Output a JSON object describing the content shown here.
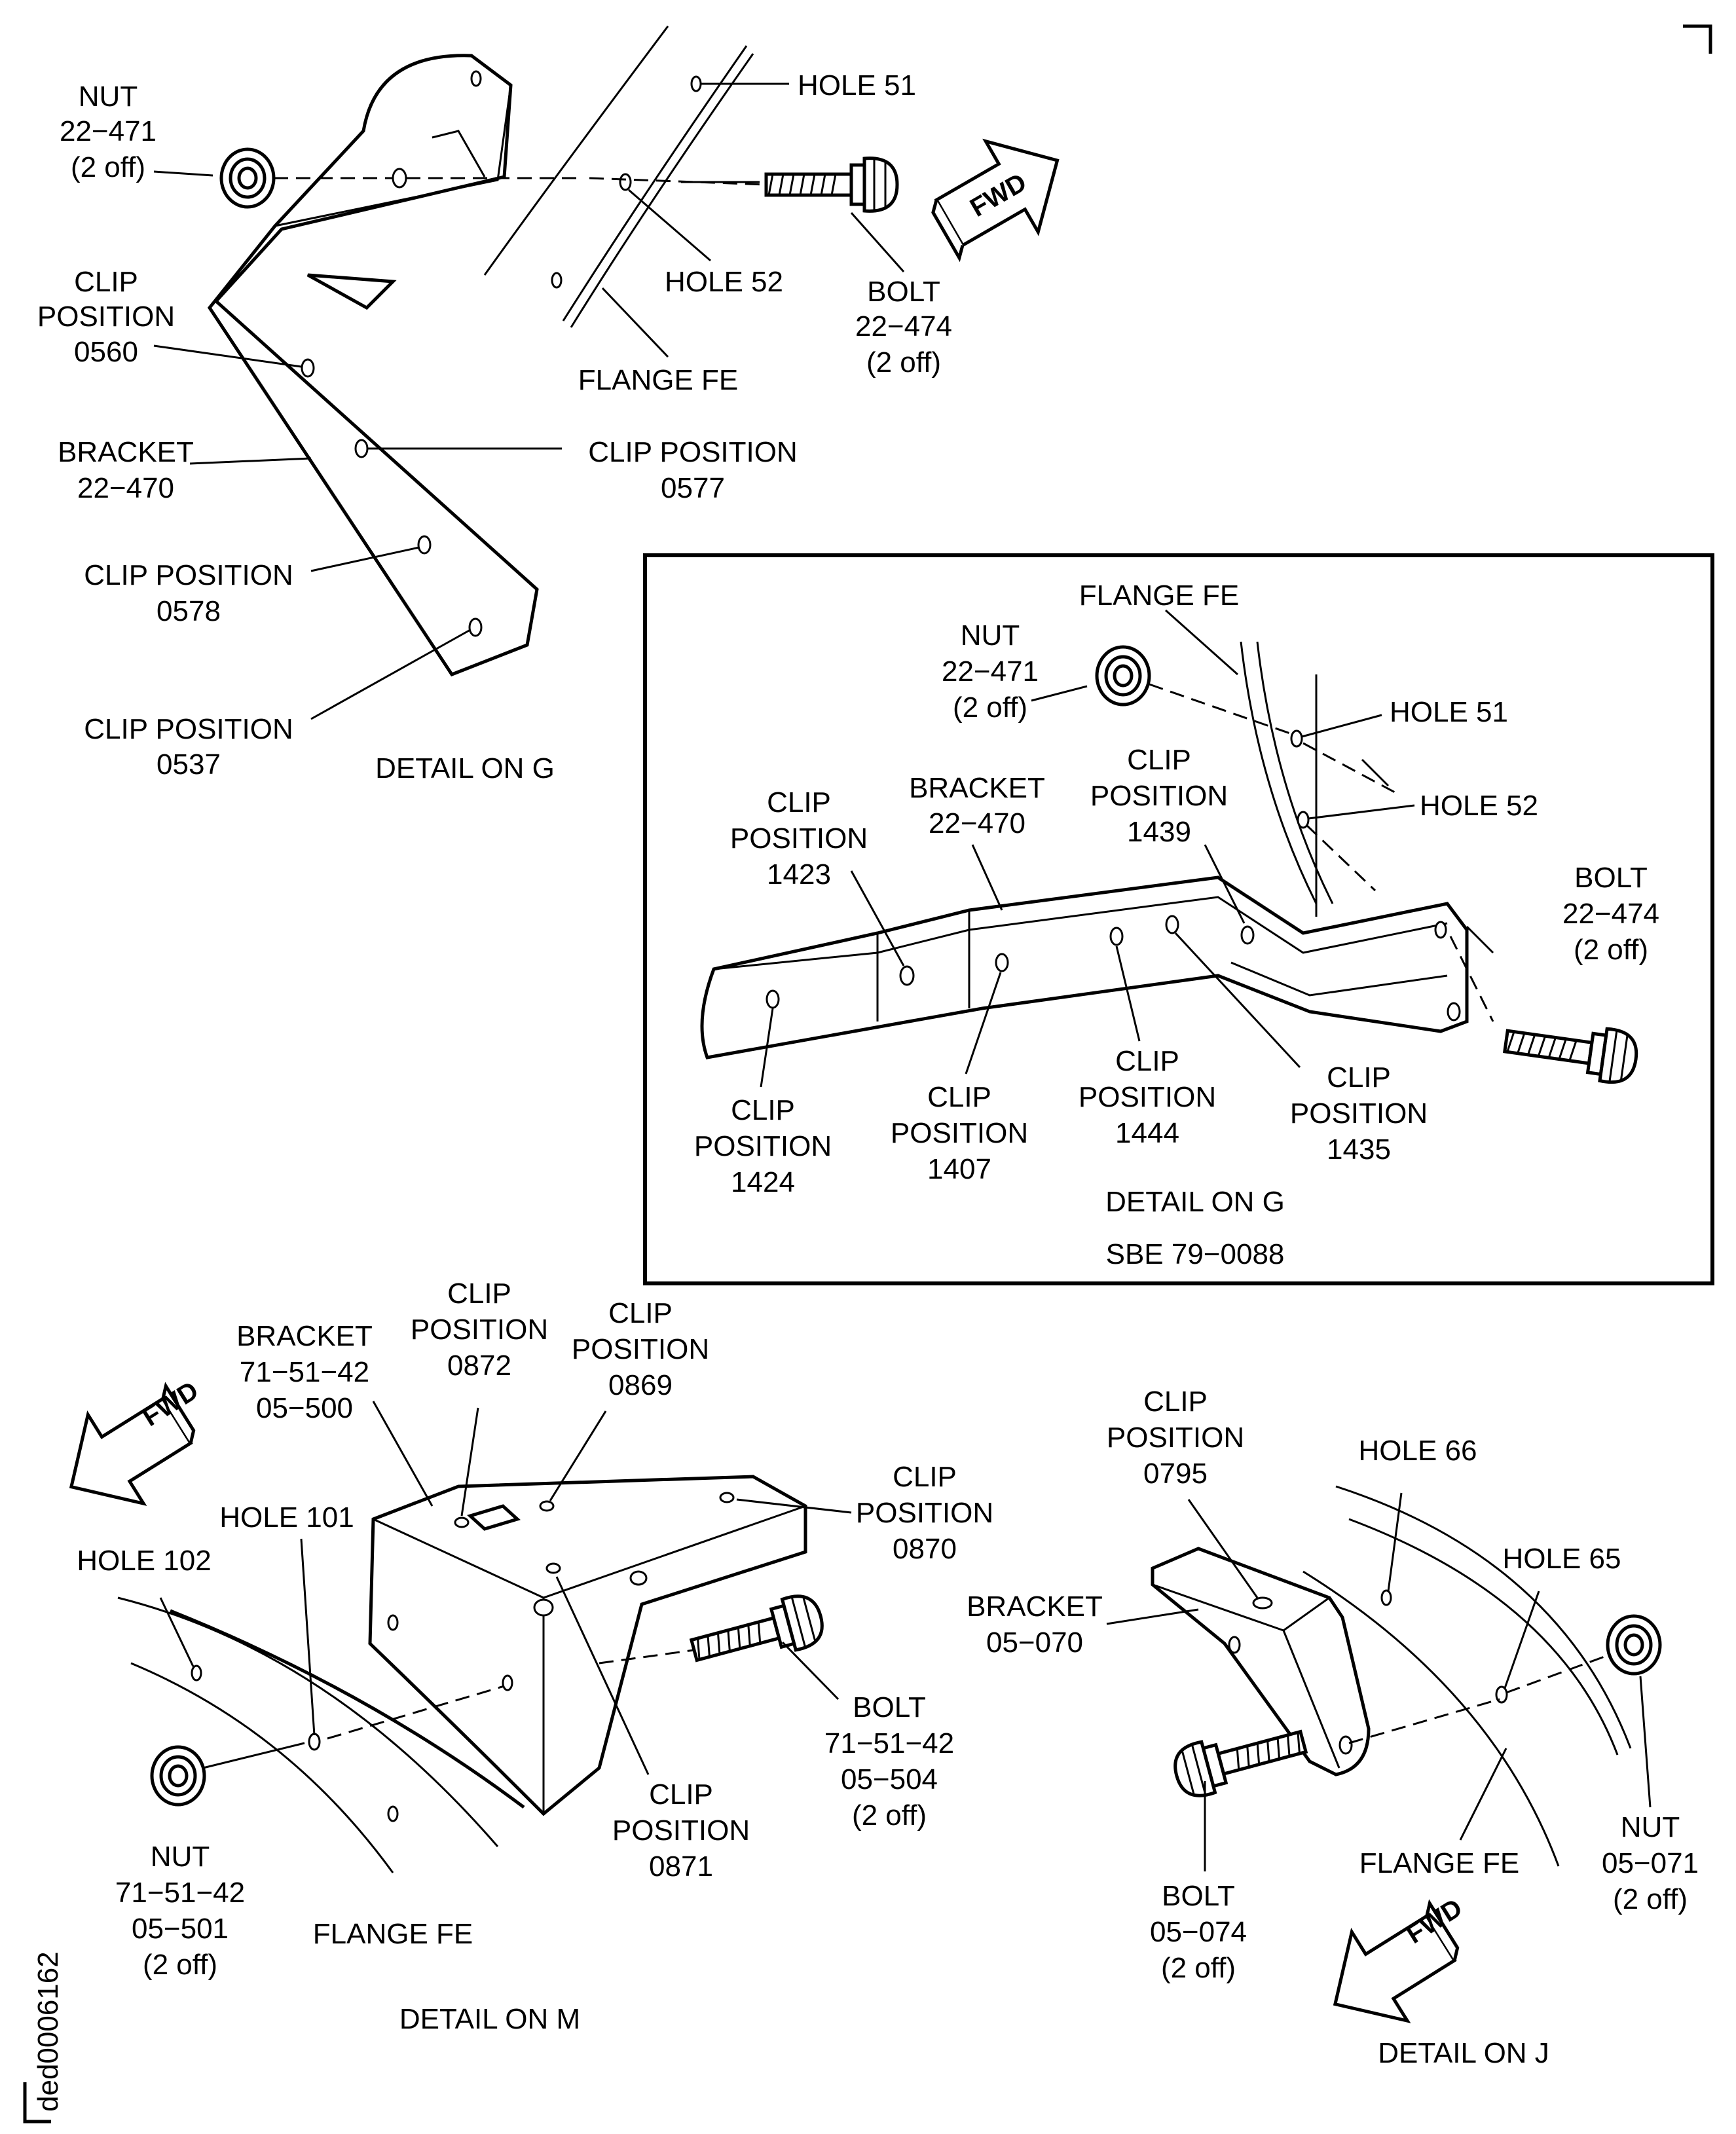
{
  "figure_id": "ded0006162",
  "fwd_label": "FWD",
  "detail_g_top": {
    "nut": [
      "NUT",
      "22−471",
      "(2 off)"
    ],
    "hole51": "HOLE 51",
    "hole52": "HOLE 52",
    "bolt": [
      "BOLT",
      "22−474",
      "(2 off)"
    ],
    "flange": "FLANGE FE",
    "clip0560": [
      "CLIP",
      "POSITION",
      "0560"
    ],
    "bracket": [
      "BRACKET",
      "22−470"
    ],
    "clip0577": [
      "CLIP POSITION",
      "0577"
    ],
    "clip0578": [
      "CLIP POSITION",
      "0578"
    ],
    "clip0537": [
      "CLIP POSITION",
      "0537"
    ],
    "caption": "DETAIL ON G"
  },
  "detail_g_box": {
    "flange": "FLANGE FE",
    "nut": [
      "NUT",
      "22−471",
      "(2 off)"
    ],
    "hole51": "HOLE 51",
    "hole52": "HOLE 52",
    "clip1439": [
      "CLIP",
      "POSITION",
      "1439"
    ],
    "bracket": [
      "BRACKET",
      "22−470"
    ],
    "clip1423": [
      "CLIP",
      "POSITION",
      "1423"
    ],
    "bolt": [
      "BOLT",
      "22−474",
      "(2 off)"
    ],
    "clip1424": [
      "CLIP",
      "POSITION",
      "1424"
    ],
    "clip1407": [
      "CLIP",
      "POSITION",
      "1407"
    ],
    "clip1444": [
      "CLIP",
      "POSITION",
      "1444"
    ],
    "clip1435": [
      "CLIP",
      "POSITION",
      "1435"
    ],
    "caption": "DETAIL ON G",
    "sbe": "SBE 79−0088"
  },
  "detail_m": {
    "clip0872": [
      "CLIP",
      "POSITION",
      "0872"
    ],
    "clip0869": [
      "CLIP",
      "POSITION",
      "0869"
    ],
    "bracket": [
      "BRACKET",
      "71−51−42",
      "05−500"
    ],
    "clip0870": [
      "CLIP",
      "POSITION",
      "0870"
    ],
    "hole101": "HOLE 101",
    "hole102": "HOLE 102",
    "bolt": [
      "BOLT",
      "71−51−42",
      "05−504",
      "(2 off)"
    ],
    "clip0871": [
      "CLIP",
      "POSITION",
      "0871"
    ],
    "nut": [
      "NUT",
      "71−51−42",
      "05−501",
      "(2 off)"
    ],
    "flange": "FLANGE FE",
    "caption": "DETAIL ON M"
  },
  "detail_j": {
    "clip0795": [
      "CLIP",
      "POSITION",
      "0795"
    ],
    "hole66": "HOLE 66",
    "hole65": "HOLE 65",
    "bracket": [
      "BRACKET",
      "05−070"
    ],
    "nut": [
      "NUT",
      "05−071",
      "(2 off)"
    ],
    "flange": "FLANGE FE",
    "bolt": [
      "BOLT",
      "05−074",
      "(2 off)"
    ],
    "caption": "DETAIL ON J"
  }
}
